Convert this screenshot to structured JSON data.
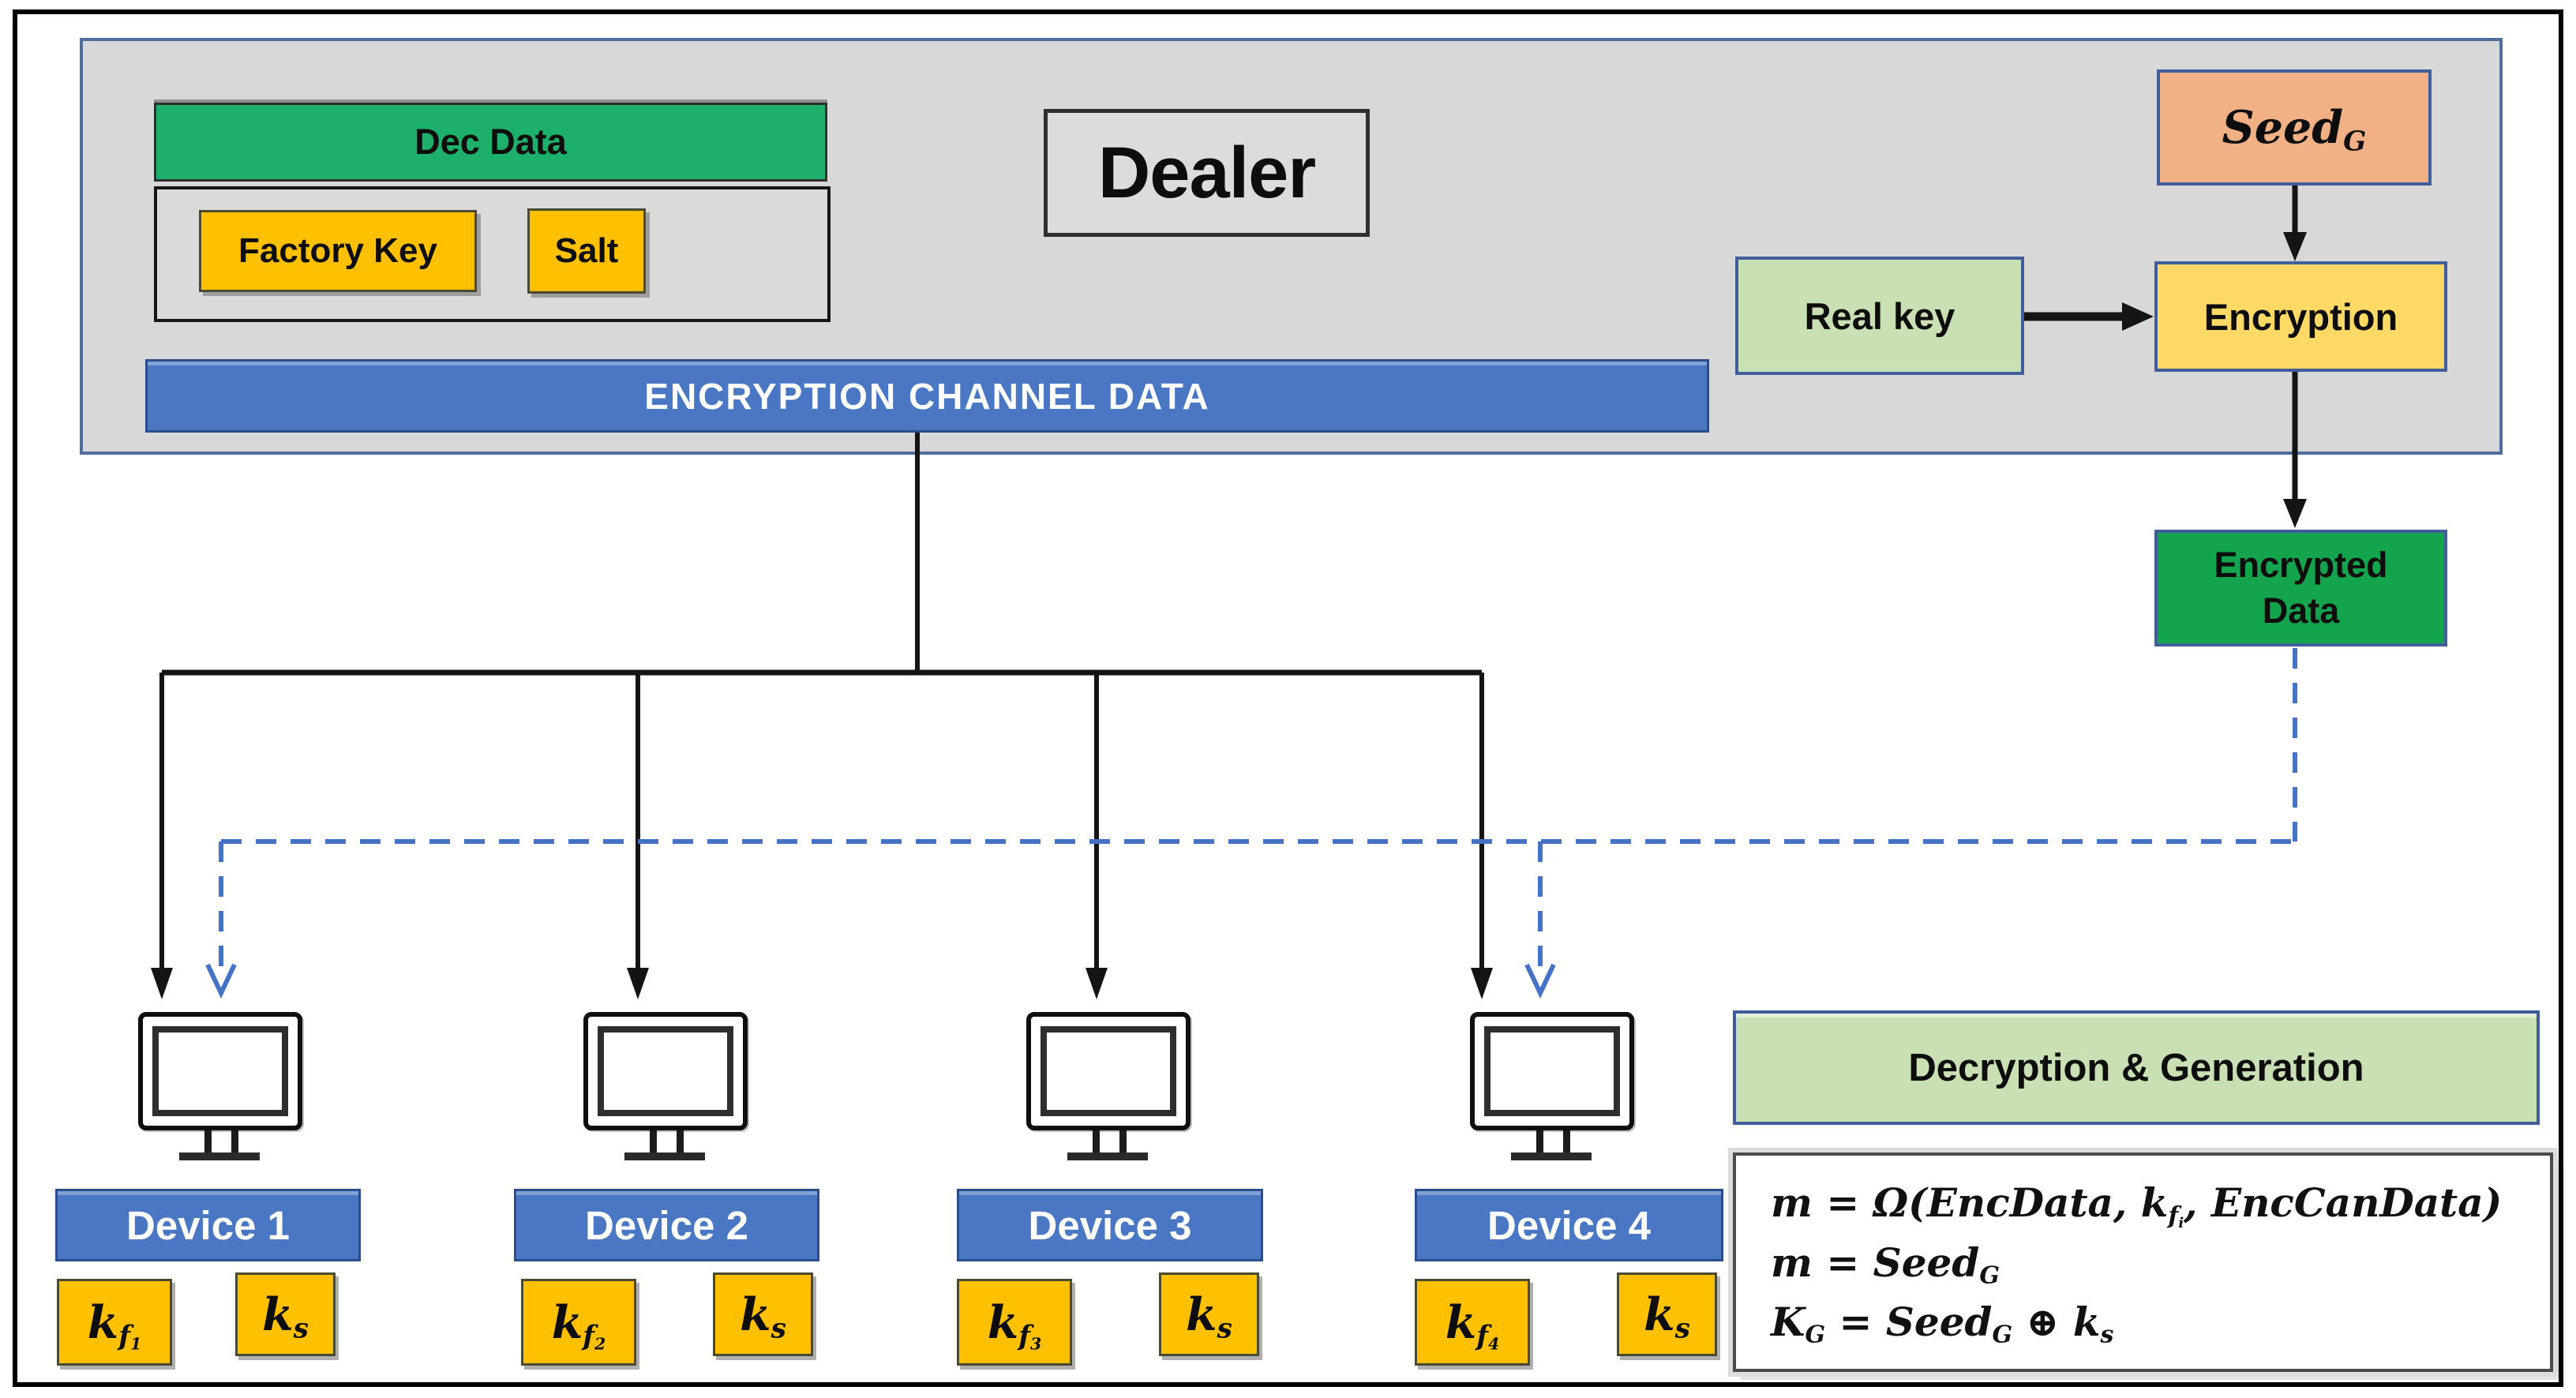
{
  "diagram": {
    "dealer_area": {
      "dec_data_label": "Dec Data",
      "factory_key_label": "Factory Key",
      "salt_label": "Salt",
      "channel_label": "ENCRYPTION CHANNEL DATA",
      "dealer_label": "Dealer",
      "seed_label": "Seed_{G}",
      "real_key_label": "Real key",
      "encryption_label": "Encryption",
      "encrypted_data_label": "Encrypted Data"
    },
    "devices": [
      {
        "label": "Device 1",
        "factory_key": "k_{f_{1}}",
        "salt_key": "k_{s}"
      },
      {
        "label": "Device 2",
        "factory_key": "k_{f_{2}}",
        "salt_key": "k_{s}"
      },
      {
        "label": "Device 3",
        "factory_key": "k_{f_{3}}",
        "salt_key": "k_{s}"
      },
      {
        "label": "Device 4",
        "factory_key": "k_{f_{4}}",
        "salt_key": "k_{s}"
      }
    ],
    "decryption_generation_label": "Decryption & Generation",
    "formulas": [
      "m = Ω(EncData, k_{f_{i}}, EncCanData)",
      "m = Seed_{G}",
      "K_{G} = Seed_{G} ⊕ k_{s}"
    ],
    "colors": {
      "blue": "#4a77c4",
      "blue_border": "#2b4d8c",
      "container_border": "#4e6e9e",
      "box_border_blue": "#3f5e9b",
      "yellow": "#ffc000",
      "yellow_light": "#ffd965",
      "green_dec": "#1cb06a",
      "green_enc": "#13a44d",
      "green_light": "#c9e0b4",
      "orange": "#f2b184",
      "gray": "#d8d8d8",
      "dashed_blue": "#4472c4"
    }
  }
}
